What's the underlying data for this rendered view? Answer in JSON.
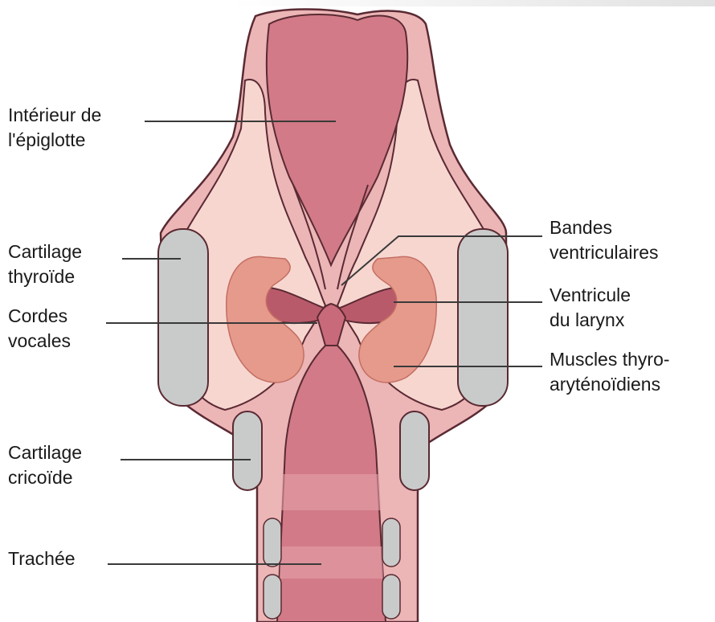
{
  "title": "",
  "labels": {
    "epiglotte": [
      "Intérieur de",
      "l'épiglotte"
    ],
    "thyroide": [
      "Cartilage",
      "thyroïde"
    ],
    "cordes": [
      "Cordes",
      "vocales"
    ],
    "cricoide": [
      "Cartilage",
      "cricoïde"
    ],
    "trachee": [
      "Trachée"
    ],
    "bandes": [
      "Bandes",
      "ventriculaires"
    ],
    "ventricule": [
      "Ventricule",
      "du larynx"
    ],
    "muscles": [
      "Muscles thyro-",
      "aryténoïdiens"
    ]
  },
  "colors": {
    "tissue_outer": "#ecb5b6",
    "tissue_inner": "#f7d6d0",
    "lumen": "#d27a87",
    "lumen_dark": "#b95a6b",
    "cartilage": "#c9cbca",
    "muscle": "#e59a8c",
    "outline": "#5a2a33",
    "leader": "#3a3a3a"
  }
}
